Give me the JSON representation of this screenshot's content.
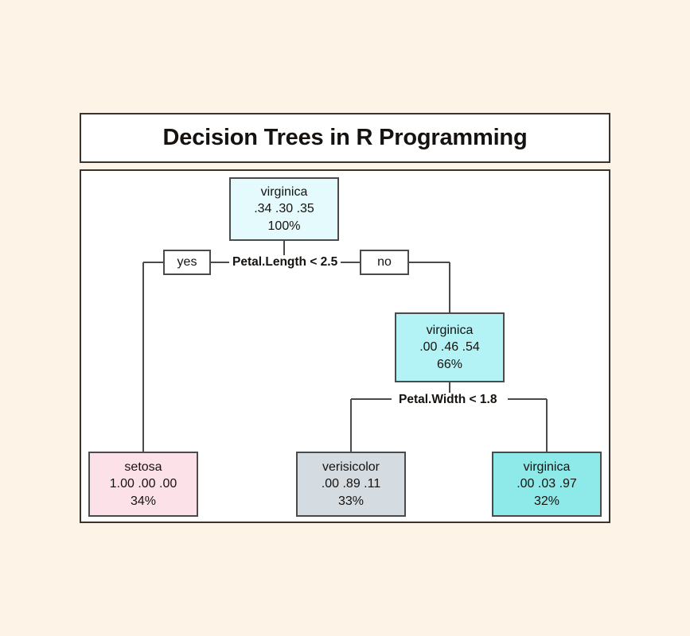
{
  "page": {
    "background_color": "#fdf3e7",
    "panel_background": "#ffffff",
    "panel_border_color": "#3a322c"
  },
  "header": {
    "title": "Decision Trees in R Programming"
  },
  "chart_data": {
    "type": "diagram",
    "diagram_kind": "decision-tree",
    "title": "Decision Trees in R Programming",
    "class_order": [
      "setosa",
      "verisicolor",
      "virginica"
    ],
    "nodes": [
      {
        "id": "root",
        "class_label": "virginica",
        "probs": ".34 .30 .35",
        "percent": "100%",
        "fill": "#e4fafc"
      },
      {
        "id": "n-right",
        "class_label": "virginica",
        "probs": ".00 .46 .54",
        "percent": "66%",
        "fill": "#b3f2f5"
      },
      {
        "id": "leaf-setosa",
        "class_label": "setosa",
        "probs": "1.00 .00 .00",
        "percent": "34%",
        "fill": "#fce2e8"
      },
      {
        "id": "leaf-verisicolor",
        "class_label": "verisicolor",
        "probs": ".00 .89 .11",
        "percent": "33%",
        "fill": "#d4dce2"
      },
      {
        "id": "leaf-virginica",
        "class_label": "virginica",
        "probs": ".00 .03 .97",
        "percent": "32%",
        "fill": "#8deae9"
      }
    ],
    "splits": [
      {
        "id": "split-1",
        "condition": "Petal.Length < 2.5",
        "yes_label": "yes",
        "no_label": "no"
      },
      {
        "id": "split-2",
        "condition": "Petal.Width < 1.8"
      }
    ]
  }
}
